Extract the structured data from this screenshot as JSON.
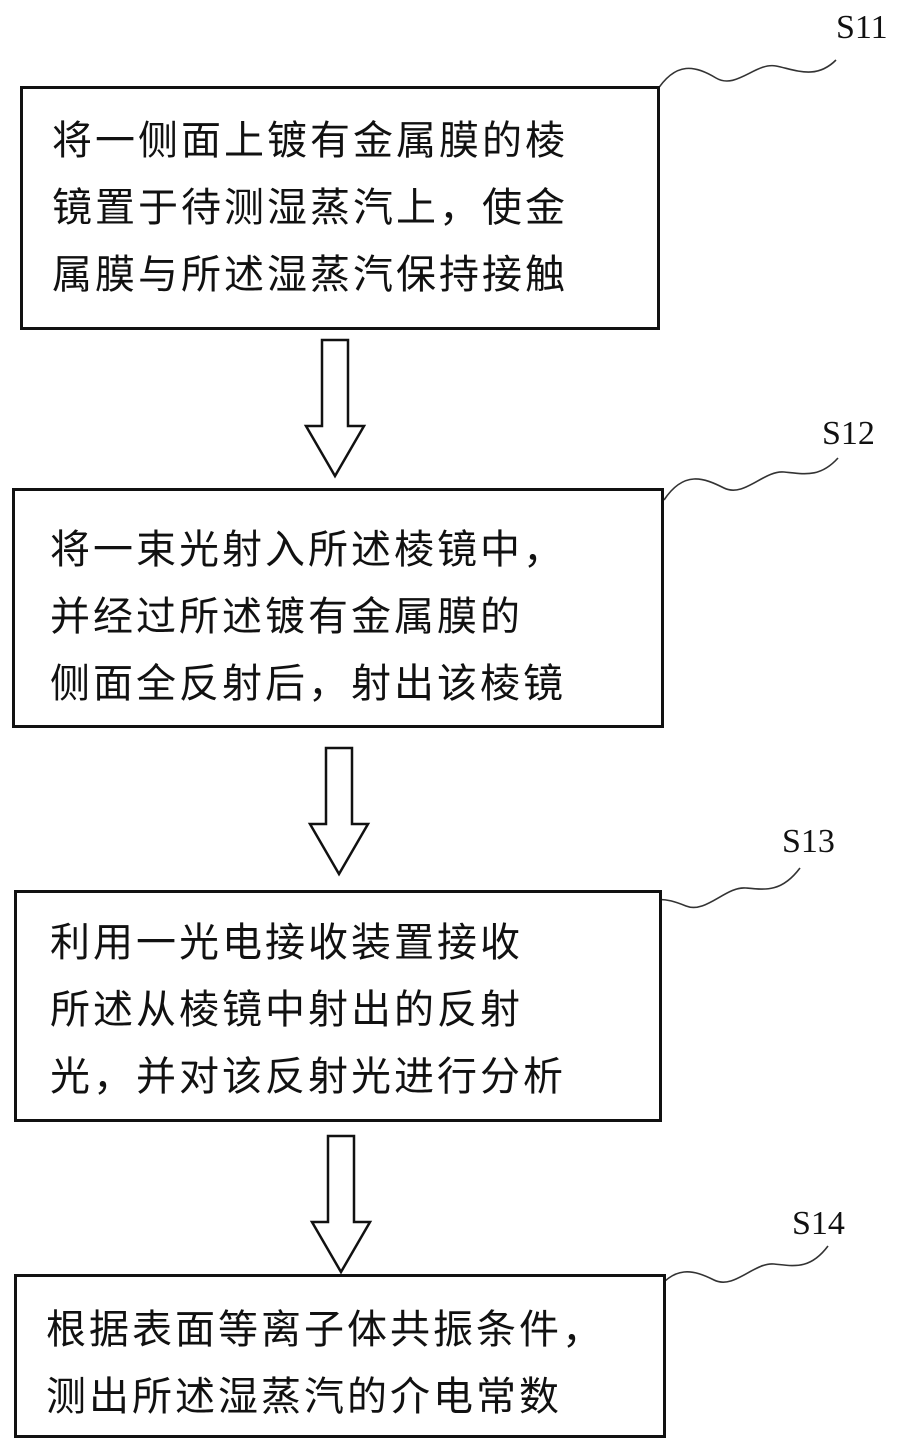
{
  "steps": [
    {
      "id": "S11",
      "label": "S11",
      "lines": [
        "将一侧面上镀有金属膜的棱",
        "镜置于待测湿蒸汽上，使金",
        "属膜与所述湿蒸汽保持接触"
      ]
    },
    {
      "id": "S12",
      "label": "S12",
      "lines": [
        "将一束光射入所述棱镜中，",
        "并经过所述镀有金属膜的",
        "侧面全反射后，射出该棱镜"
      ]
    },
    {
      "id": "S13",
      "label": "S13",
      "lines": [
        "利用一光电接收装置接收",
        "所述从棱镜中射出的反射",
        "光，并对该反射光进行分析"
      ]
    },
    {
      "id": "S14",
      "label": "S14",
      "lines": [
        "根据表面等离子体共振条件，",
        "测出所述湿蒸汽的介电常数"
      ]
    }
  ],
  "colors": {
    "stroke": "#111111",
    "background": "#ffffff"
  }
}
